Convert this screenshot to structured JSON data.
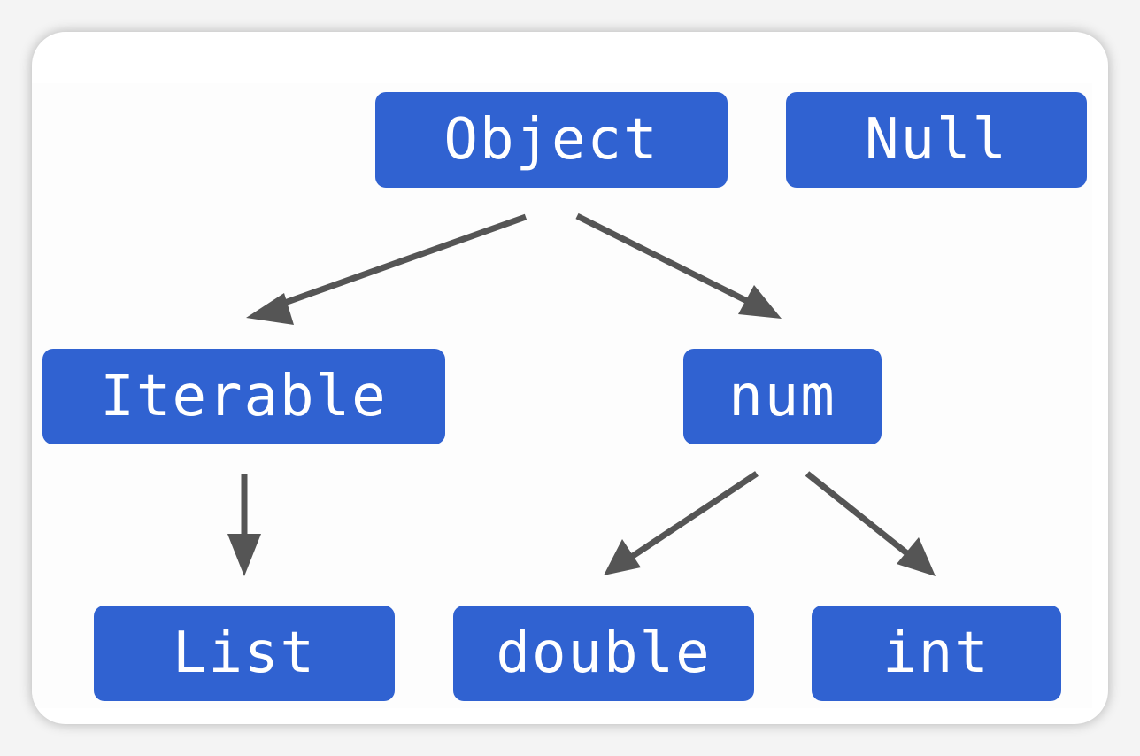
{
  "diagram": {
    "colors": {
      "node_fill": "#3062d1",
      "node_text": "#ffffff",
      "edge": "#555555"
    },
    "nodes": {
      "object": "Object",
      "null": "Null",
      "iterable": "Iterable",
      "num": "num",
      "list": "List",
      "double": "double",
      "int": "int"
    },
    "edges": [
      {
        "from": "Object",
        "to": "Iterable"
      },
      {
        "from": "Object",
        "to": "num"
      },
      {
        "from": "Iterable",
        "to": "List"
      },
      {
        "from": "num",
        "to": "double"
      },
      {
        "from": "num",
        "to": "int"
      }
    ]
  }
}
